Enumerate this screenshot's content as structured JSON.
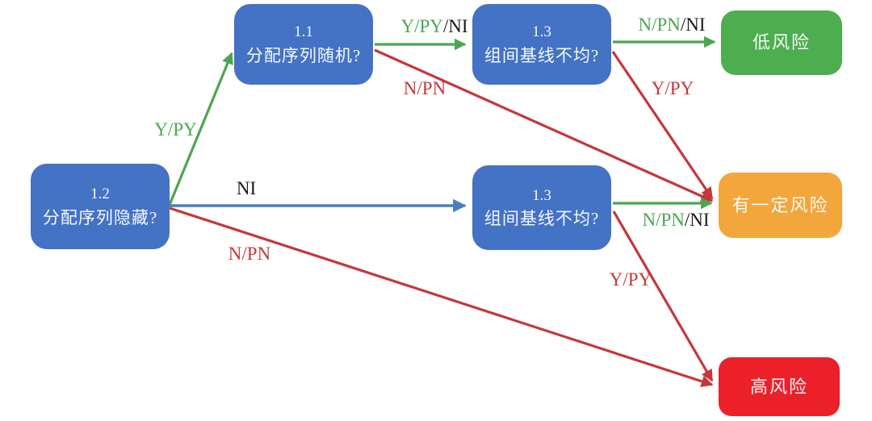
{
  "diagram": {
    "nodes": {
      "q12": {
        "id_label": "1.2",
        "question": "分配序列隐藏?"
      },
      "q11": {
        "id_label": "1.1",
        "question": "分配序列随机?"
      },
      "q13a": {
        "id_label": "1.3",
        "question": "组间基线不均?"
      },
      "q13b": {
        "id_label": "1.3",
        "question": "组间基线不均?"
      },
      "low": {
        "label": "低风险"
      },
      "some": {
        "label": "有一定风险"
      },
      "high": {
        "label": "高风险"
      }
    },
    "edges": {
      "e12_11": {
        "label": "Y/PY"
      },
      "e12_13b": {
        "label": "NI"
      },
      "e12_high": {
        "label": "N/PN"
      },
      "e11_13a": {
        "label_green": "Y/PY",
        "label_black": "/NI"
      },
      "e11_some": {
        "label": "N/PN"
      },
      "e13a_low": {
        "label_green": "N/PN",
        "label_black": "/NI"
      },
      "e13a_some": {
        "label": "Y/PY"
      },
      "e13b_some": {
        "label_green": "N/PN",
        "label_black": "/NI"
      },
      "e13b_high": {
        "label": "Y/PY"
      }
    },
    "colors": {
      "node_blue": "#4472C4",
      "low_green": "#4CAE4F",
      "some_orange": "#F2A63B",
      "high_red": "#EB2029",
      "edge_green": "#4CA64F",
      "edge_red": "#C4373B",
      "edge_blue": "#4A7EBB",
      "label_black": "#1a1a1a"
    }
  }
}
